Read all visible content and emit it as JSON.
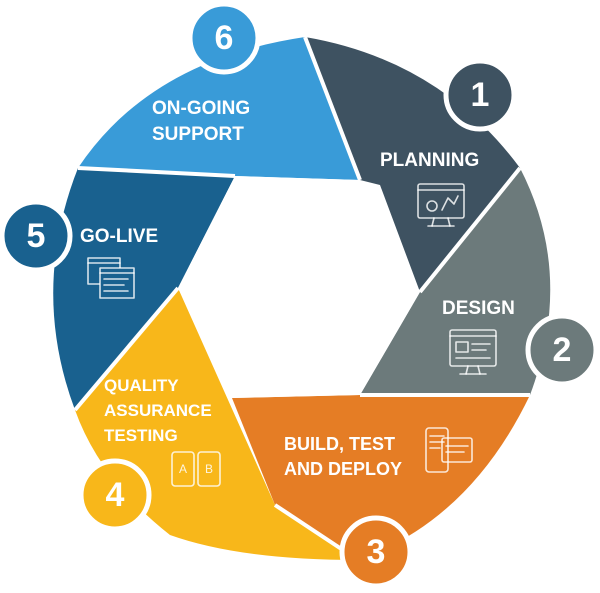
{
  "diagram": {
    "stages": [
      {
        "number": "1",
        "label_lines": [
          "PLANNING"
        ],
        "color": "#3e5261",
        "icon": "planning-monitor-icon"
      },
      {
        "number": "2",
        "label_lines": [
          "DESIGN"
        ],
        "color": "#6c7a7b",
        "icon": "design-monitor-icon"
      },
      {
        "number": "3",
        "label_lines": [
          "BUILD, TEST",
          "AND DEPLOY"
        ],
        "color": "#e57d25",
        "icon": "devices-icon"
      },
      {
        "number": "4",
        "label_lines": [
          "QUALITY",
          "ASSURANCE",
          "TESTING"
        ],
        "color": "#f8b71a",
        "icon": "ab-test-icon"
      },
      {
        "number": "5",
        "label_lines": [
          "GO-LIVE"
        ],
        "color": "#19618f",
        "icon": "browser-windows-icon"
      },
      {
        "number": "6",
        "label_lines": [
          "ON-GOING",
          "SUPPORT"
        ],
        "color": "#399bd8",
        "icon": "support-icon"
      }
    ]
  }
}
